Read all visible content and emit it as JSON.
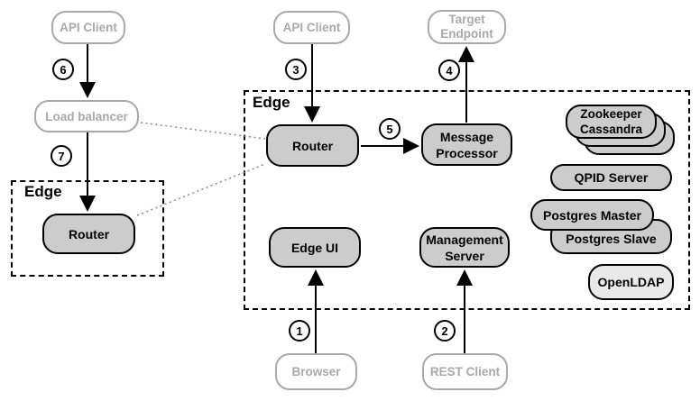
{
  "nodes": {
    "api_client_left": "API Client",
    "api_client_mid": "API Client",
    "target_endpoint": "Target Endpoint",
    "load_balancer": "Load balancer",
    "router_left": "Router",
    "router_mid": "Router",
    "message_processor": "Message Processor",
    "edge_ui": "Edge UI",
    "management_server": "Management Server",
    "zookeeper": "Zookeeper",
    "cassandra": "Cassandra",
    "qpid_server": "QPID Server",
    "postgres_master": "Postgres Master",
    "postgres_slave": "Postgres Slave",
    "openldap": "OpenLDAP",
    "browser": "Browser",
    "rest_client": "REST Client"
  },
  "groups": {
    "edge_left_label": "Edge",
    "edge_main_label": "Edge"
  },
  "steps": {
    "s1": "1",
    "s2": "2",
    "s3": "3",
    "s4": "4",
    "s5": "5",
    "s6": "6",
    "s7": "7"
  },
  "colors": {
    "node_fill": "#cccccc",
    "node_border": "#000000",
    "openldap_fill": "#e9e9e9",
    "client_border": "#a9a9a9",
    "client_text": "#a9a9a9",
    "arrow": "#000000",
    "dotted_link": "#888888"
  }
}
